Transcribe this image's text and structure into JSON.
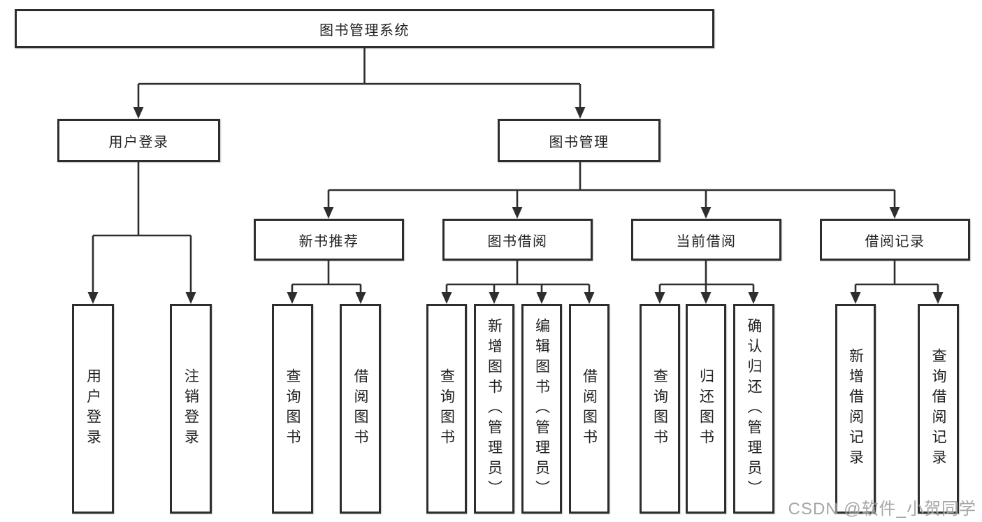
{
  "diagram": {
    "title": "图书管理系统",
    "root": {
      "label": "图书管理系统"
    },
    "level2": [
      {
        "label": "用户登录"
      },
      {
        "label": "图书管理"
      }
    ],
    "level3": [
      {
        "label": "新书推荐",
        "parent": "图书管理"
      },
      {
        "label": "图书借阅",
        "parent": "图书管理"
      },
      {
        "label": "当前借阅",
        "parent": "图书管理"
      },
      {
        "label": "借阅记录",
        "parent": "图书管理"
      }
    ],
    "leaves": [
      {
        "label": "用户登录",
        "parent": "用户登录"
      },
      {
        "label": "注销登录",
        "parent": "用户登录"
      },
      {
        "label": "查询图书",
        "parent": "新书推荐"
      },
      {
        "label": "借阅图书",
        "parent": "新书推荐"
      },
      {
        "label": "查询图书",
        "parent": "图书借阅"
      },
      {
        "label": "新增图书（管理员）",
        "parent": "图书借阅"
      },
      {
        "label": "编辑图书（管理员）",
        "parent": "图书借阅"
      },
      {
        "label": "借阅图书",
        "parent": "图书借阅"
      },
      {
        "label": "查询图书",
        "parent": "当前借阅"
      },
      {
        "label": "归还图书",
        "parent": "当前借阅"
      },
      {
        "label": "确认归还（管理员）",
        "parent": "当前借阅"
      },
      {
        "label": "新增借阅记录",
        "parent": "借阅记录"
      },
      {
        "label": "查询借阅记录",
        "parent": "借阅记录"
      }
    ],
    "colors": {
      "line": "#2e2e2e",
      "box_border": "#2d2d2d",
      "text": "#222222",
      "watermark": "#979797"
    },
    "watermark": "CSDN @软件_小贺同学"
  }
}
